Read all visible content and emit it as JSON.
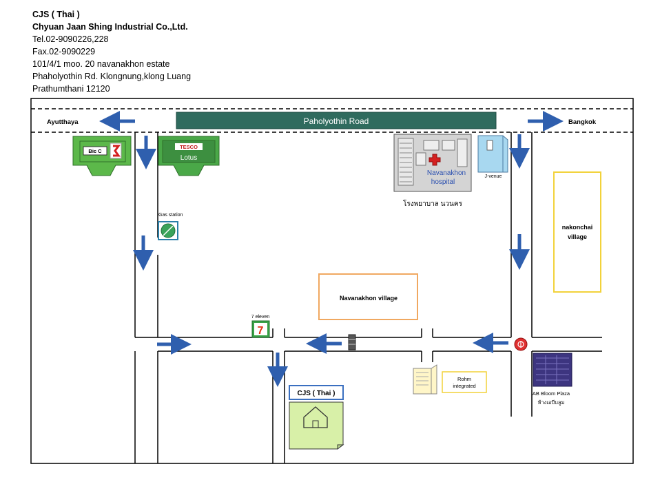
{
  "company": {
    "short_name": "CJS ( Thai )",
    "full_name": "Chyuan Jaan Shing Industrial Co.,Ltd.",
    "tel": "Tel.02-9090226,228",
    "fax": "Fax.02-9090229",
    "address_1": "101/4/1 moo. 20 navanakhon estate",
    "address_2": "Phaholyothin Rd. Klongnung,klong Luang",
    "address_3": "Prathumthani 12120"
  },
  "map": {
    "road_name": "Paholyothin Road",
    "dir_left": "Ayutthaya",
    "dir_right": "Bangkok",
    "bigc": "Bic C",
    "tesco_1": "TESCO",
    "tesco_2": "Lotus",
    "gas_station": "Gas station",
    "hospital_1": "Navanakhon",
    "hospital_2": "hospital",
    "hospital_thai": "โรงพยาบาล นวนคร",
    "jvenue": "J-venue",
    "nakonchai_1": "nakonchai",
    "nakonchai_2": "village",
    "navanakhon_village": "Navanakhon  village",
    "seven_eleven": "7 eleven",
    "rohm_1": "Rohm",
    "rohm_2": "integrated",
    "cjs_label": "CJS ( Thai )",
    "ab_bloom": "AB Bloom Plaza",
    "ab_bloom_thai": "ห้างเอบีบลูม"
  },
  "colors": {
    "arrow": "#2f5fae",
    "road_banner": "#2f6b5e",
    "store_green": "#5cb84a",
    "cjs_fill": "#d8f0a8",
    "village_orange": "#f0a860",
    "village_yellow": "#f2d23a"
  }
}
